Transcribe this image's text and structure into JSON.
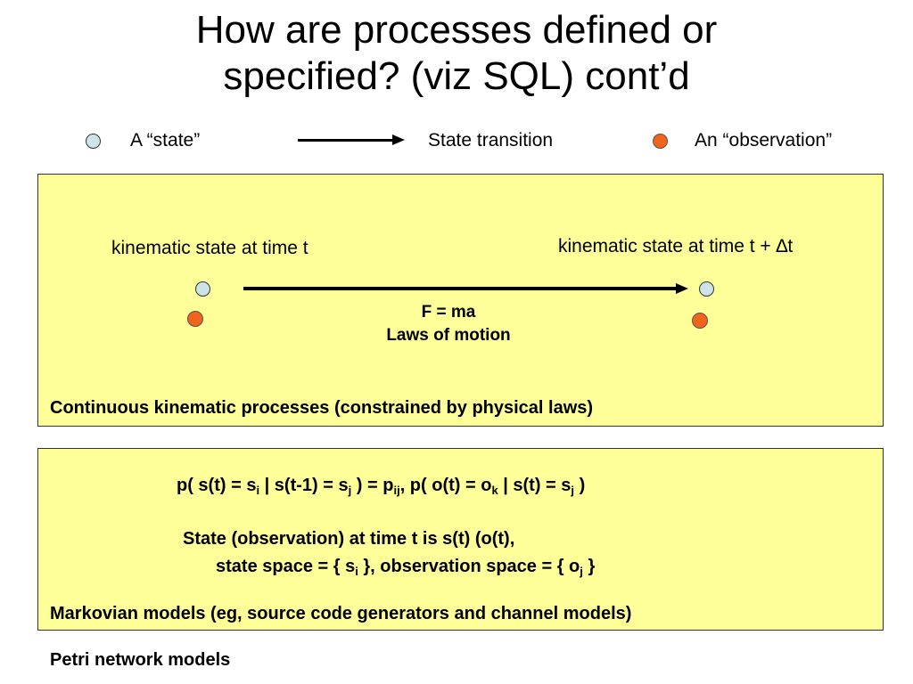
{
  "title": {
    "line1": "How are processes defined or",
    "line2": "specified? (viz SQL) cont’d"
  },
  "legend": {
    "state_label": "A “state”",
    "transition_label": "State transition",
    "observation_label": "An “observation”"
  },
  "continuous_box": {
    "left_label": "kinematic state at time t",
    "right_label_prefix": "kinematic state at time t + ",
    "right_label_delta": "∆",
    "right_label_suffix": "t",
    "equation": "F = ma",
    "laws": "Laws of motion",
    "caption": "Continuous kinematic processes (constrained by physical laws)"
  },
  "markov_box": {
    "formula": {
      "t1": "p( s(t) = s",
      "s1": "i",
      "t2": " | s(t-1) = s",
      "s2": "j",
      "t3": " ) = p",
      "s3": "ij",
      "t4": ",  p( o(t) = o",
      "s4": "k",
      "t5": " | s(t) = s",
      "s5": "j",
      "t6": " )"
    },
    "line2": "State (observation) at time t is s(t) (o(t),",
    "line3": {
      "t1": "state space = { s",
      "s1": "i",
      "t2": "  }, observation space = { o",
      "s2": "j",
      "t3": " }"
    },
    "caption": "Markovian models (eg, source code generators and channel models)"
  },
  "footer": {
    "petri": "Petri network models"
  },
  "colors": {
    "box_fill": "#ffff99",
    "state_dot": "#cce4e8",
    "observation_dot": "#f0641e"
  }
}
